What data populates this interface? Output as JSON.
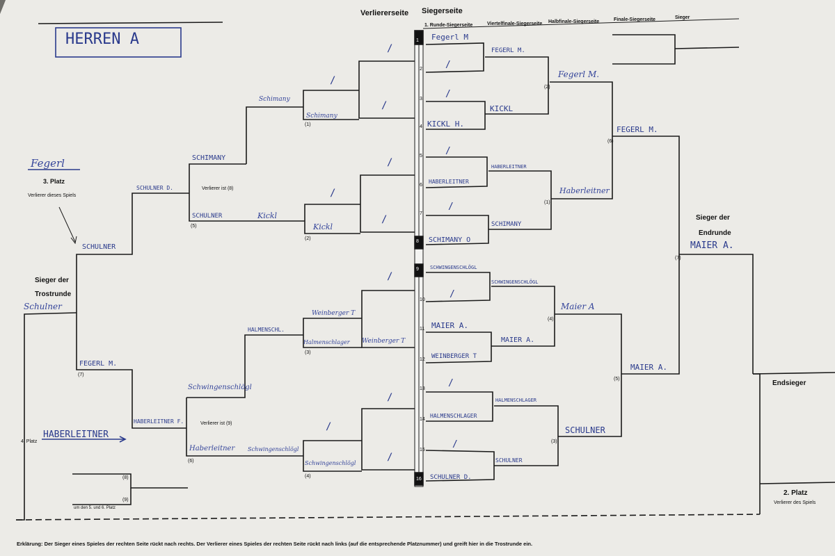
{
  "title": "HERREN A",
  "header": {
    "loser_side": "Verliererseite",
    "winner_side": "Siegerseite",
    "col1": "1. Runde-Siegerseite",
    "col2": "Viertelfinale-Siegerseite",
    "col3": "Halbfinale-Siegerseite",
    "col4": "Finale-Siegerseite",
    "col5": "Sieger"
  },
  "first_round": [
    {
      "slot": "1",
      "name": "Fegerl M"
    },
    {
      "slot": "2",
      "name": "/"
    },
    {
      "slot": "3",
      "name": "/"
    },
    {
      "slot": "4",
      "name": "KICKL H."
    },
    {
      "slot": "5",
      "name": "/"
    },
    {
      "slot": "6",
      "name": "HABERLEITNER"
    },
    {
      "slot": "7",
      "name": "/"
    },
    {
      "slot": "8",
      "name": "SCHIMANY O"
    },
    {
      "slot": "9",
      "name": "SCHWINGENSCHLÖGL"
    },
    {
      "slot": "10",
      "name": "/"
    },
    {
      "slot": "11",
      "name": "MAIER A."
    },
    {
      "slot": "12",
      "name": "WEINBERGER T"
    },
    {
      "slot": "13",
      "name": "/"
    },
    {
      "slot": "14",
      "name": "HALMENSCHLAGER"
    },
    {
      "slot": "15",
      "name": "/"
    },
    {
      "slot": "16",
      "name": "SCHULNER D."
    }
  ],
  "quarterfinal": [
    "FEGERL M.",
    "KICKL",
    "HABERLEITNER",
    "SCHIMANY",
    "SCHWINGENSCHLÖGL",
    "MAIER A.",
    "HALMENSCHLAGER",
    "SCHULNER"
  ],
  "semifinal": [
    "Fegerl M.",
    "Haberleitner",
    "Maier A",
    "SCHULNER"
  ],
  "final_side": [
    "FEGERL M.",
    "MAIER A."
  ],
  "right_labels": {
    "sieger_endrunde_1": "Sieger der",
    "sieger_endrunde_2": "Endrunde",
    "sieger_endrunde_name": "MAIER A.",
    "endsieger": "Endsieger",
    "platz2": "2. Platz",
    "platz2_sub": "Verlierer des Spiels"
  },
  "match_numbers": {
    "m1": "(1)",
    "m2": "(2)",
    "m3": "(3)",
    "m4": "(4)",
    "m5": "(5)",
    "m6": "(6)",
    "m7": "(7)",
    "m8": "(8)",
    "m9": "(9)"
  },
  "loser": {
    "r1_m1": "/",
    "r1_m1b": "/",
    "r1_m2": "/",
    "r1_m2b": "/",
    "r1_m3": "/",
    "r1_m3b": "/",
    "r1_m4": "/",
    "r1_m4b": "/",
    "r2_1a": "Schimany",
    "r2_1b": "Schimany",
    "r2_2": "Kickl",
    "r2_2b": "Kickl",
    "r2_3a": "Weinberger T",
    "r2_3b": "Halmenschlager",
    "r2_3c": "Weinberger T",
    "r2_4": "Schwingenschlögl",
    "r2_4b": "Schwingenschlögl",
    "r3_1": "Schimany",
    "r3_2": "HALMENSCHL.",
    "r4_5a": "SCHIMANY",
    "r4_5b": "SCHULNER",
    "r4_6a": "Schwingenschlögl",
    "r4_6b": "Haberleitner",
    "loser_is_8": "Verlierer ist (8)",
    "loser_is_9": "Verlierer ist (9)",
    "r5_1": "SCHULNER D.",
    "r5_2": "HABERLEITNER F.",
    "r6_1": "SCHULNER",
    "r6_2": "FEGERL M.",
    "trost_1": "Sieger der",
    "trost_2": "Trostrunde",
    "trost_name": "Schulner",
    "third_name": "Fegerl",
    "third_label": "3. Platz",
    "third_sub": "Verlierer dieses Spiels",
    "fourth_label": "4. Platz",
    "fourth_name": "HABERLEITNER",
    "fifth": "um den 5. und 6. Platz"
  },
  "footer": "Erklärung: Der Sieger eines Spieles der rechten Seite rückt nach rechts. Der Verlierer eines Spieles der rechten Seite rückt nach links (auf die entsprechende Platznummer) und greift hier in die Trostrunde ein."
}
